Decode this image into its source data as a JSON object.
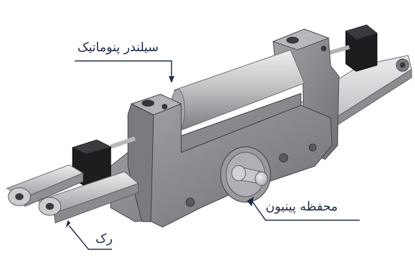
{
  "labels": {
    "pneumatic_cylinder": "سیلندر پنوماتیک",
    "pinion_housing": "محفظه پینیون",
    "rack": "رک"
  },
  "colors": {
    "label_text": "#1e2a4a",
    "leader_line": "#1e2a4a",
    "body_metal": "#8f8f93",
    "cylinder_tube": "#c9c9cc",
    "rack_bar": "#d3d3d6",
    "end_caps": "#1c1c1e"
  }
}
